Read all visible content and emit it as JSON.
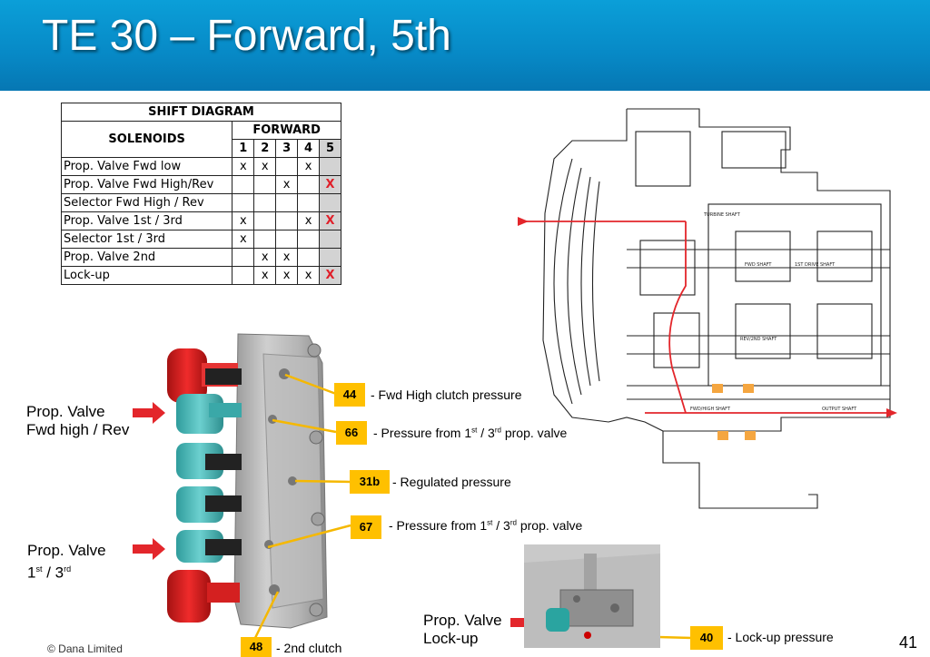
{
  "title": "TE 30 – Forward, 5th",
  "shift_table": {
    "title": "SHIFT DIAGRAM",
    "solenoids_header": "SOLENOIDS",
    "forward_header": "FORWARD",
    "gears": [
      "1",
      "2",
      "3",
      "4",
      "5"
    ],
    "rows": [
      {
        "name": "Prop. Valve Fwd low",
        "cells": [
          "x",
          "x",
          "",
          "x",
          ""
        ]
      },
      {
        "name": "Prop. Valve Fwd High/Rev",
        "cells": [
          "",
          "",
          "x",
          "",
          "X"
        ]
      },
      {
        "name": "Selector Fwd High / Rev",
        "cells": [
          "",
          "",
          "",
          "",
          ""
        ]
      },
      {
        "name": "Prop. Valve 1st / 3rd",
        "cells": [
          "x",
          "",
          "",
          "x",
          "X"
        ]
      },
      {
        "name": "Selector 1st / 3rd",
        "cells": [
          "x",
          "",
          "",
          "",
          ""
        ]
      },
      {
        "name": "Prop. Valve 2nd",
        "cells": [
          "",
          "x",
          "x",
          "",
          ""
        ]
      },
      {
        "name": "Lock-up",
        "cells": [
          "",
          "x",
          "x",
          "x",
          "X"
        ]
      }
    ]
  },
  "callouts": {
    "c44": {
      "num": "44",
      "text": "- Fwd High clutch pressure"
    },
    "c66": {
      "num": "66",
      "text_pre": "- Pressure from 1",
      "sup1": "st",
      "text_mid": " / 3",
      "sup2": "rd",
      "text_post": " prop. valve"
    },
    "c31b": {
      "num": "31b",
      "text": "- Regulated pressure"
    },
    "c67": {
      "num": "67",
      "text_pre": "- Pressure from 1",
      "sup1": "st",
      "text_mid": " / 3",
      "sup2": "rd",
      "text_post": " prop. valve"
    },
    "c40": {
      "num": "40",
      "text": "- Lock-up pressure"
    },
    "c48": {
      "num": "48",
      "text": "- 2nd clutch"
    }
  },
  "labels": {
    "fwd_high_line1": "Prop. Valve",
    "fwd_high_line2": "Fwd high / Rev",
    "first_third_line1": "Prop. Valve",
    "first_third_line2_pre": "1",
    "first_third_sup1": "st",
    "first_third_mid": " / 3",
    "first_third_sup2": "rd",
    "lockup_line1": "Prop. Valve",
    "lockup_line2": "Lock-up"
  },
  "schematic_labels": {
    "turbine": "TURBINE SHAFT",
    "fwd_shaft": "FWD SHAFT",
    "first_drive": "1ST DRIVE SHAFT",
    "rev_2nd": "REV/2ND SHAFT",
    "fwd_high": "FWD/HIGH SHAFT",
    "output": "OUTPUT SHAFT"
  },
  "page_number": "41",
  "copyright": "© Dana Limited",
  "colors": {
    "header_blue": "#0789c6",
    "callout": "#ffc000",
    "arrow_red": "#e3262b",
    "solenoid_red": "#d81e1e",
    "solenoid_teal": "#4fb8b8"
  }
}
